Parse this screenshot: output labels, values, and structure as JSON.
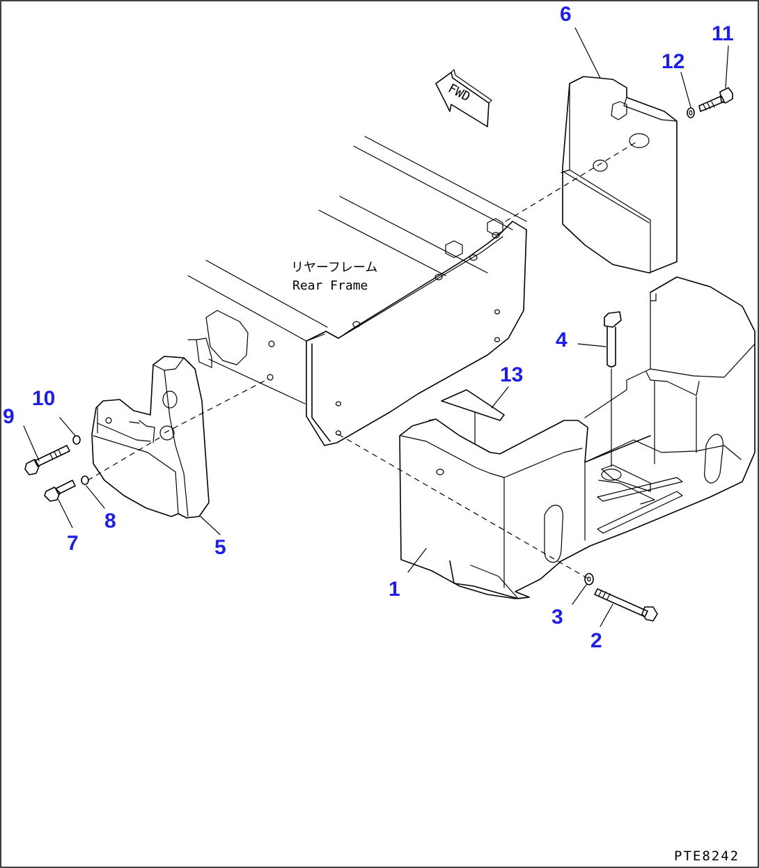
{
  "diagram": {
    "frame_label_jp": "リヤーフレーム",
    "frame_label_en": "Rear Frame",
    "direction_label": "FWD",
    "drawing_code": "PTE8242",
    "callouts": {
      "c1": "1",
      "c2": "2",
      "c3": "3",
      "c4": "4",
      "c5": "5",
      "c6": "6",
      "c7": "7",
      "c8": "8",
      "c9": "9",
      "c10": "10",
      "c11": "11",
      "c12": "12",
      "c13": "13"
    },
    "callout_color": "#1d1df0"
  }
}
